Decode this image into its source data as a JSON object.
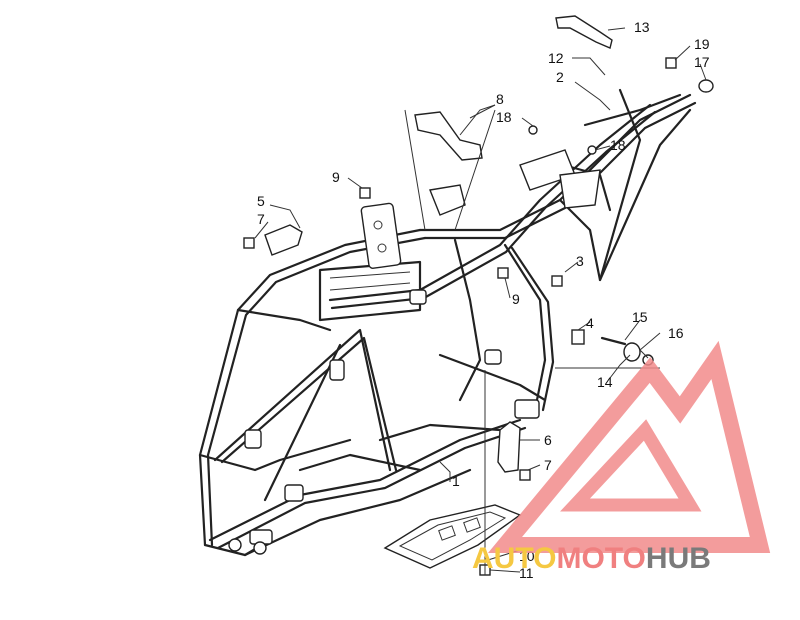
{
  "callouts": [
    {
      "id": "c1",
      "label": "1"
    },
    {
      "id": "c2",
      "label": "2"
    },
    {
      "id": "c3",
      "label": "3"
    },
    {
      "id": "c4",
      "label": "4"
    },
    {
      "id": "c5",
      "label": "5"
    },
    {
      "id": "c6",
      "label": "6"
    },
    {
      "id": "c7a",
      "label": "7"
    },
    {
      "id": "c7b",
      "label": "7"
    },
    {
      "id": "c8",
      "label": "8"
    },
    {
      "id": "c9a",
      "label": "9"
    },
    {
      "id": "c9b",
      "label": "9"
    },
    {
      "id": "c10",
      "label": "10"
    },
    {
      "id": "c11",
      "label": "11"
    },
    {
      "id": "c12",
      "label": "12"
    },
    {
      "id": "c13",
      "label": "13"
    },
    {
      "id": "c14",
      "label": "14"
    },
    {
      "id": "c15",
      "label": "15"
    },
    {
      "id": "c16",
      "label": "16"
    },
    {
      "id": "c17",
      "label": "17"
    },
    {
      "id": "c18a",
      "label": "18"
    },
    {
      "id": "c18b",
      "label": "18"
    },
    {
      "id": "c19",
      "label": "19"
    }
  ],
  "watermark": {
    "part1": "AUTO",
    "part2": "MOTO",
    "part3": "HUB",
    "color_part1": "#f5c842",
    "color_part2": "#f08080",
    "color_part3": "#7a7a7a",
    "logo_color": "#f28b8b"
  }
}
